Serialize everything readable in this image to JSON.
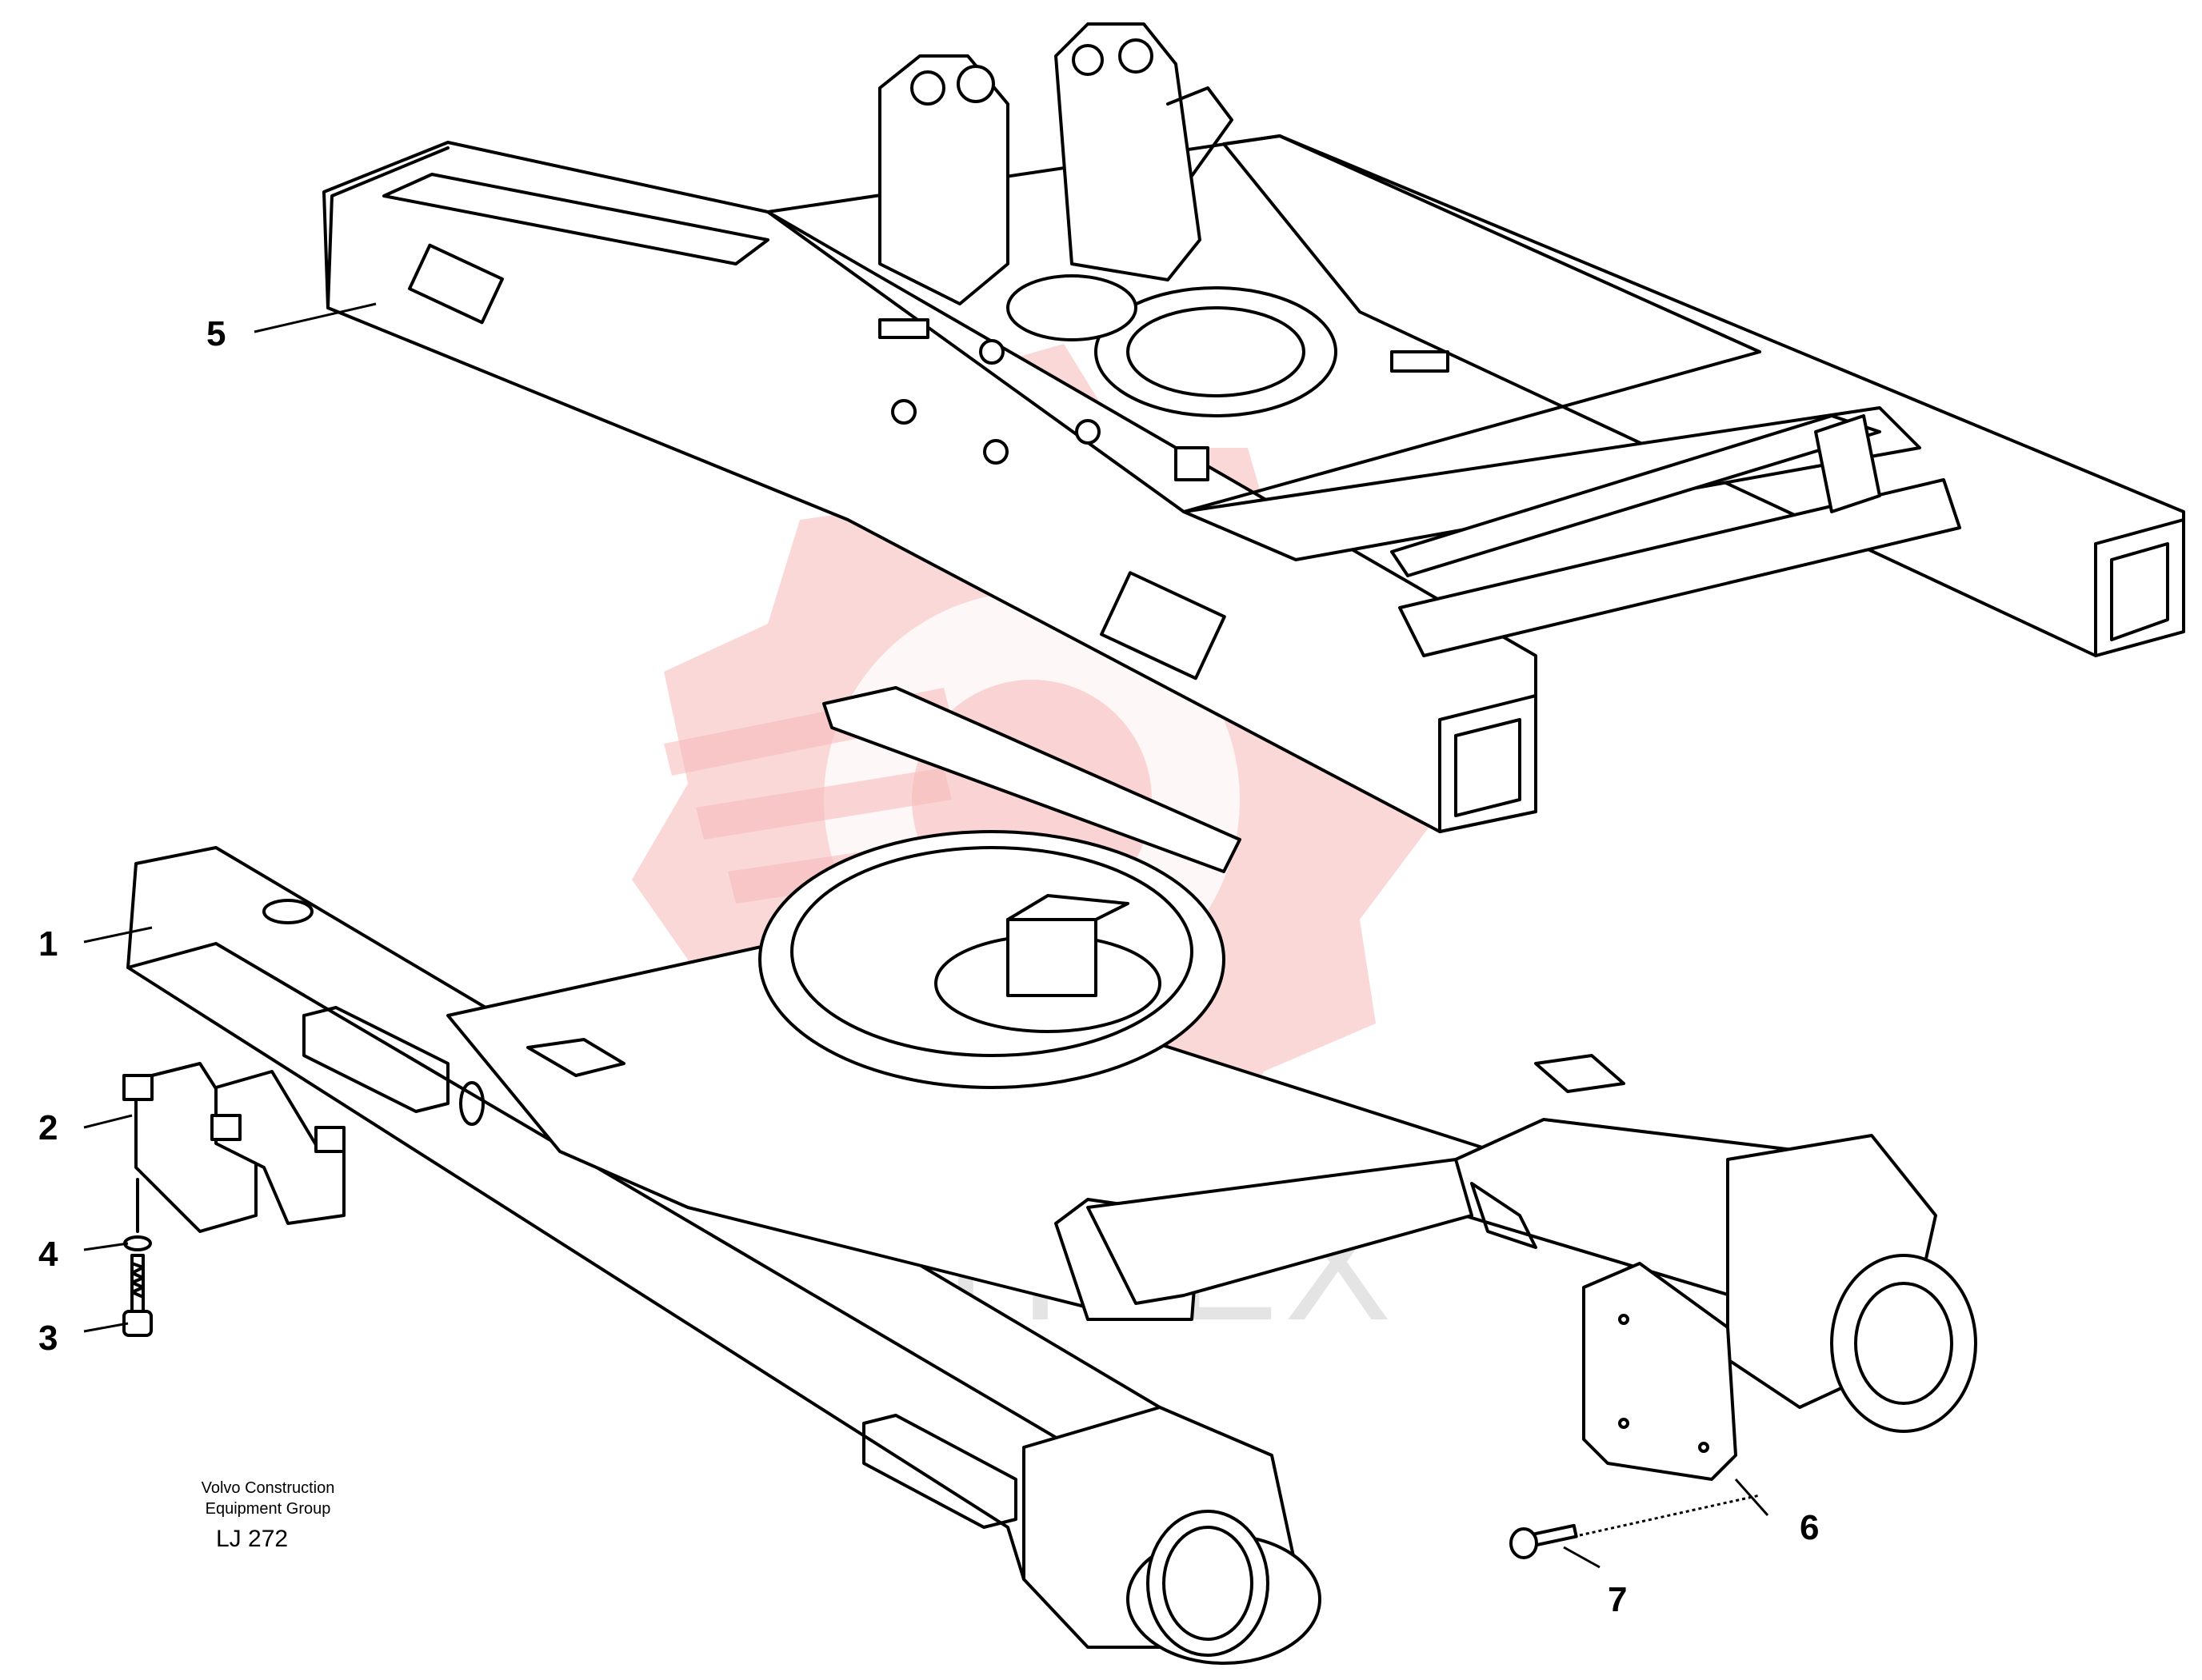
{
  "diagram": {
    "callouts": [
      {
        "number": "1"
      },
      {
        "number": "2"
      },
      {
        "number": "3"
      },
      {
        "number": "4"
      },
      {
        "number": "5"
      },
      {
        "number": "6"
      },
      {
        "number": "7"
      }
    ]
  },
  "caption": {
    "company_line1": "Volvo Construction",
    "company_line2": "Equipment Group",
    "code": "LJ 272"
  },
  "watermark": {
    "text": "ИНТЕХ",
    "color": "#f5b8b8"
  }
}
